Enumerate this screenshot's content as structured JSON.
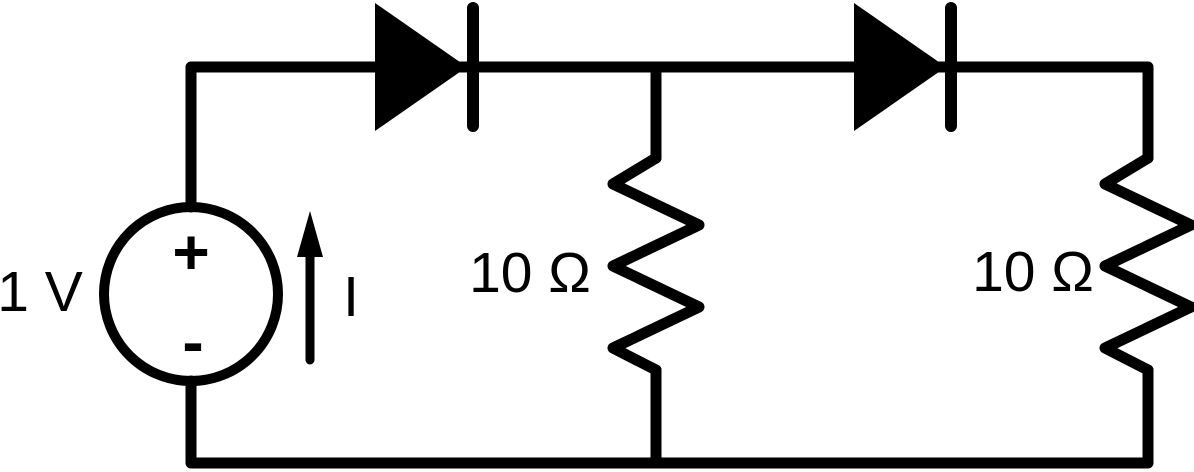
{
  "circuit": {
    "colors": {
      "ink": "#000000",
      "background": "#ffffff"
    },
    "voltage_source": {
      "label": "1 V",
      "plus": "+",
      "minus": "-"
    },
    "current_arrow": {
      "label": "I",
      "direction": "up"
    },
    "diodes": [
      {
        "name": "diode-left",
        "orientation": "right"
      },
      {
        "name": "diode-right",
        "orientation": "right"
      }
    ],
    "resistors": [
      {
        "name": "resistor-middle",
        "label": "10 Ω"
      },
      {
        "name": "resistor-right",
        "label": "10 Ω"
      }
    ]
  }
}
